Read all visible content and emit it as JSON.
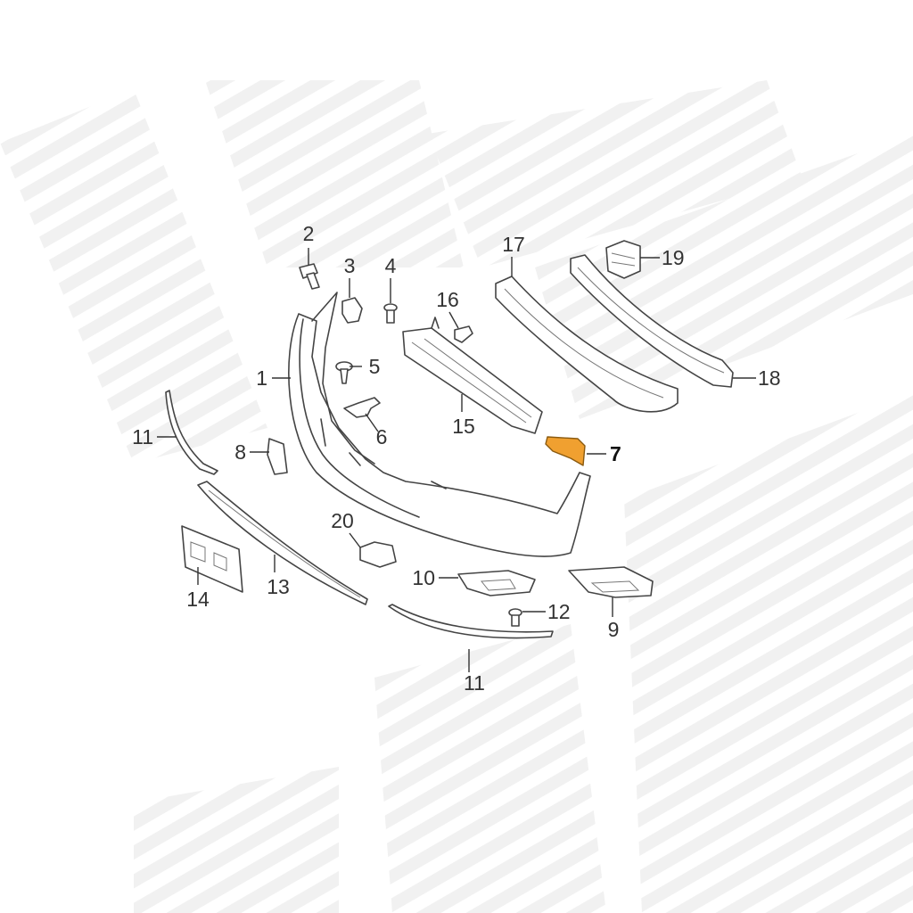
{
  "colors": {
    "highlight": "#f0a030",
    "highlight_stroke": "#8a5a10",
    "line": "#444444",
    "watermark": "#f1f1f1"
  },
  "callouts": [
    {
      "id": "2",
      "text": "2"
    },
    {
      "id": "3",
      "text": "3"
    },
    {
      "id": "4",
      "text": "4"
    },
    {
      "id": "16",
      "text": "16"
    },
    {
      "id": "17",
      "text": "17"
    },
    {
      "id": "19",
      "text": "19"
    },
    {
      "id": "1",
      "text": "1"
    },
    {
      "id": "5",
      "text": "5"
    },
    {
      "id": "18",
      "text": "18"
    },
    {
      "id": "11a",
      "text": "11"
    },
    {
      "id": "6",
      "text": "6"
    },
    {
      "id": "15",
      "text": "15"
    },
    {
      "id": "8",
      "text": "8"
    },
    {
      "id": "7",
      "text": "7",
      "highlighted": true
    },
    {
      "id": "20",
      "text": "20"
    },
    {
      "id": "10",
      "text": "10"
    },
    {
      "id": "12",
      "text": "12"
    },
    {
      "id": "14",
      "text": "14"
    },
    {
      "id": "13",
      "text": "13"
    },
    {
      "id": "9",
      "text": "9"
    },
    {
      "id": "11b",
      "text": "11"
    }
  ]
}
